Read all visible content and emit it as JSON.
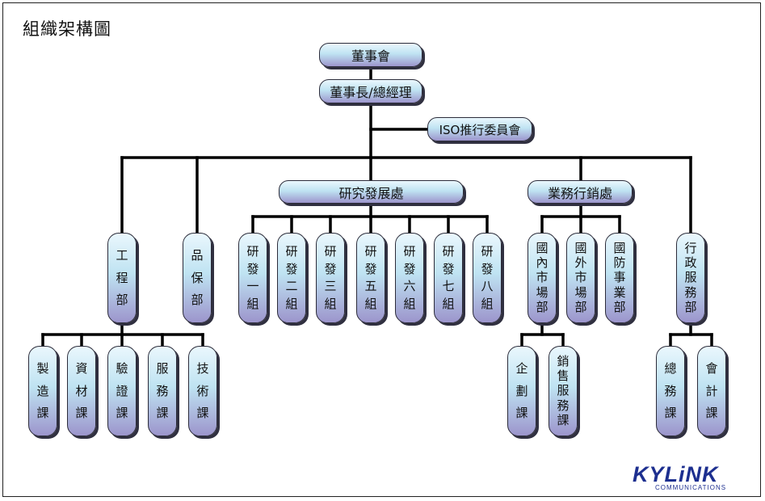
{
  "title": "組織架構圖",
  "colors": {
    "line": "#000000",
    "box_top": "#eaf7fd",
    "box_bottom": "#9c95cc",
    "logo": "#1d2f8f",
    "logo_accent": "#e32b2b"
  },
  "nodes": {
    "board": "董事會",
    "chairman": "董事長/總經理",
    "iso": "ISO推行委員會",
    "rnd_office": "研究發展處",
    "sales_office": "業務行銷處",
    "engineering": "工程部",
    "qa": "品保部",
    "rnd_groups": [
      "研發一組",
      "研發二組",
      "研發三組",
      "研發五組",
      "研發六組",
      "研發七組",
      "研發八組"
    ],
    "domestic": "國內市場部",
    "foreign": "國外市場部",
    "defense": "國防事業部",
    "admin": "行政服務部",
    "eng_sections": [
      "製造課",
      "資材課",
      "驗證課",
      "服務課",
      "技術課"
    ],
    "planning": "企劃課",
    "sales_service": "銷售服務課",
    "general": "總務課",
    "accounting": "會計課"
  },
  "logo": {
    "brand": "KYLiNK",
    "tagline": "COMMUNICATIONS"
  }
}
